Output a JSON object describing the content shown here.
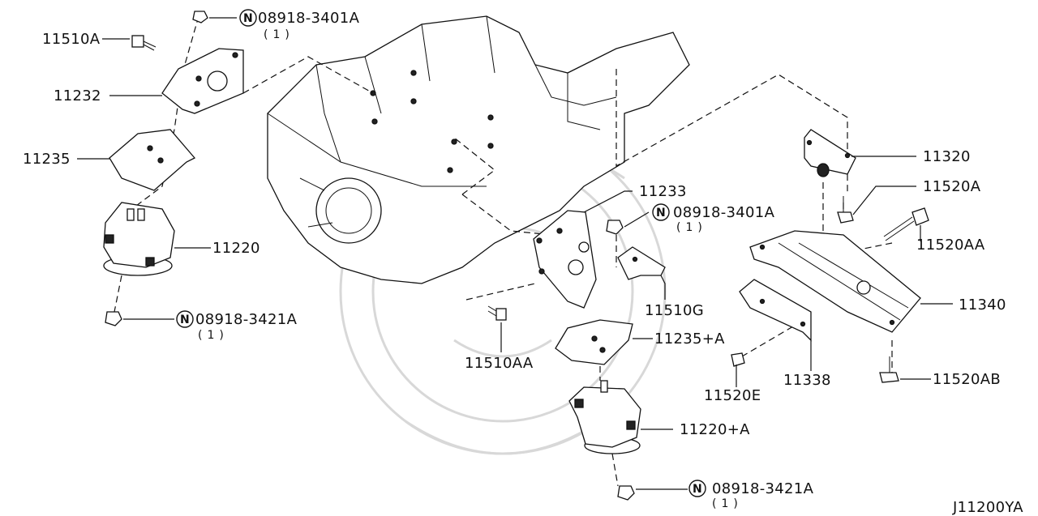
{
  "labels": {
    "p11510A": "11510A",
    "p11232": "11232",
    "p11235": "11235",
    "p11220": "11220",
    "p11233": "11233",
    "p11510G": "11510G",
    "p11235A": "11235+A",
    "p11510AA": "11510AA",
    "p11220A": "11220+A",
    "p11320": "11320",
    "p11520A": "11520A",
    "p11520AA": "11520AA",
    "p11340": "11340",
    "p11338": "11338",
    "p11520E": "11520E",
    "p11520AB": "11520AB",
    "nut1": "08918-3401A",
    "nut1_qty": "(1)",
    "nut2": "08918-3421A",
    "nut2_qty": "(1)",
    "nut3": "08918-3401A",
    "nut3_qty": "(1)",
    "nut4": "08918-3421A",
    "nut4_qty": "(1)",
    "ring_letter": "N",
    "diagram_code": "J11200YA"
  }
}
